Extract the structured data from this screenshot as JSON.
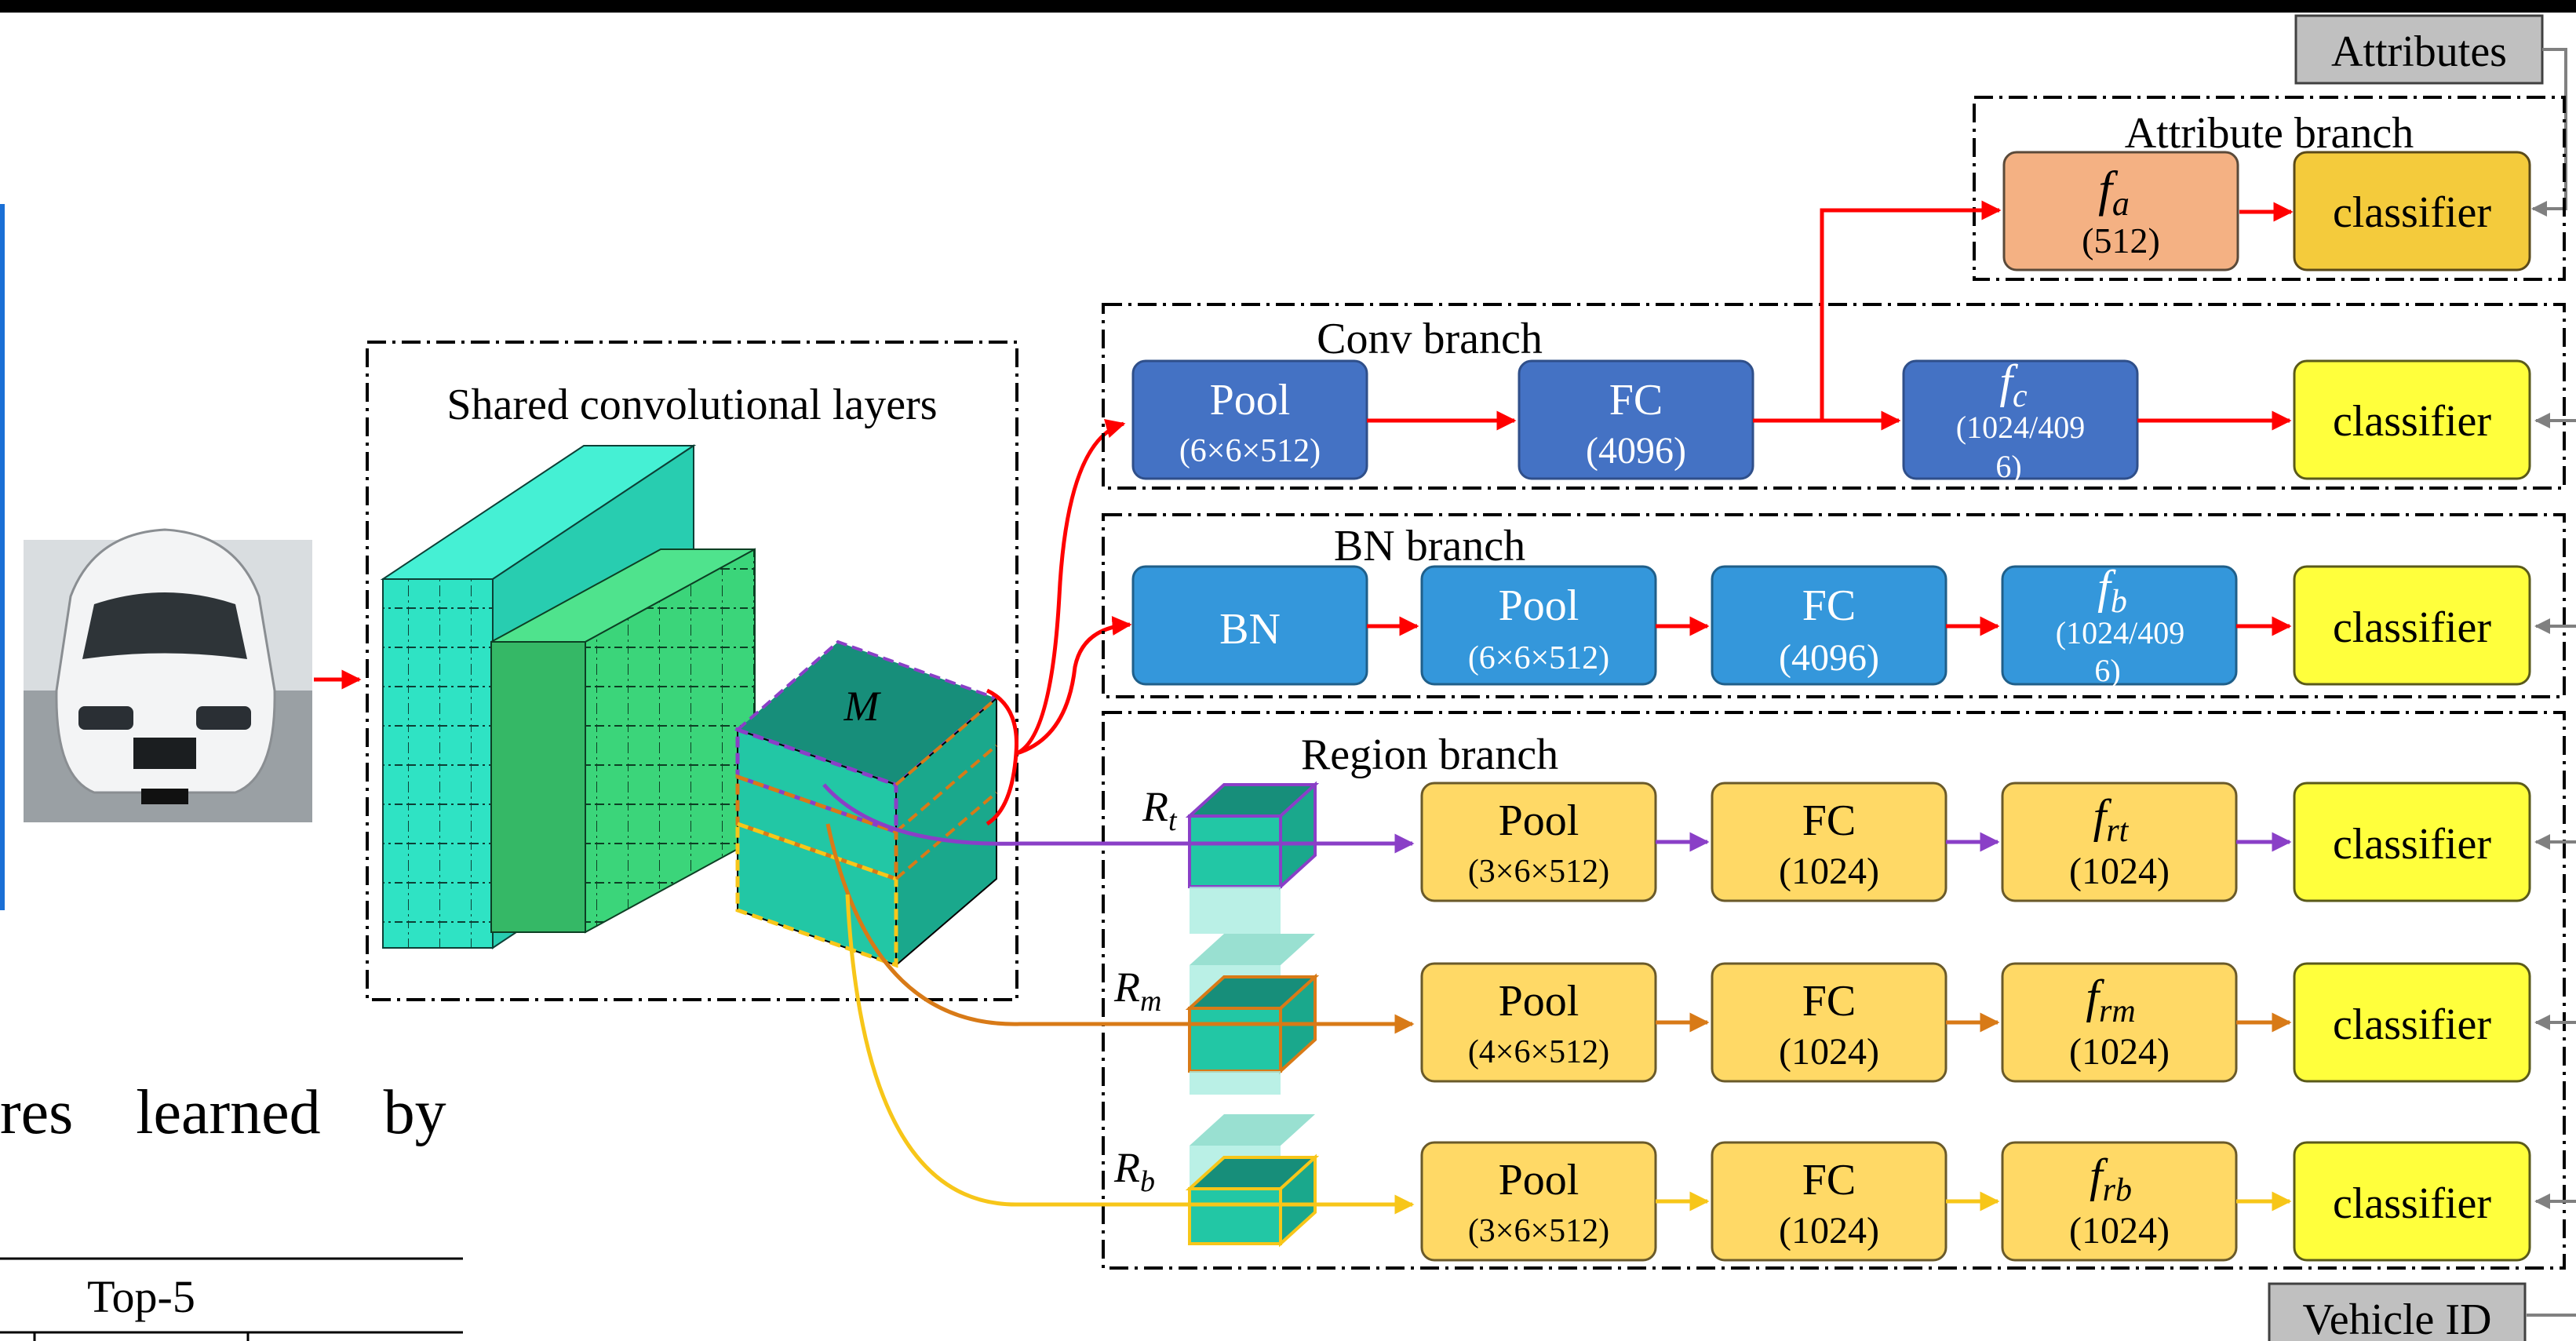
{
  "inputs": {
    "attributes": "Attributes",
    "vehicle_id": "Vehicle ID"
  },
  "shared": {
    "title": "Shared convolutional layers",
    "m_label": "M"
  },
  "attribute_branch": {
    "title": "Attribute branch",
    "feature": {
      "symbol": "f",
      "sub": "a",
      "dim": "(512)"
    },
    "classifier": "classifier"
  },
  "conv_branch": {
    "title": "Conv branch",
    "pool": {
      "label": "Pool",
      "dim": "(6×6×512)"
    },
    "fc": {
      "label": "FC",
      "dim": "(4096)"
    },
    "feature": {
      "symbol": "f",
      "sub": "c",
      "dim_line1": "(1024/409",
      "dim_line2": "6)"
    },
    "classifier": "classifier"
  },
  "bn_branch": {
    "title": "BN branch",
    "bn": "BN",
    "pool": {
      "label": "Pool",
      "dim": "(6×6×512)"
    },
    "fc": {
      "label": "FC",
      "dim": "(4096)"
    },
    "feature": {
      "symbol": "f",
      "sub": "b",
      "dim_line1": "(1024/409",
      "dim_line2": "6)"
    },
    "classifier": "classifier"
  },
  "region_branch": {
    "title": "Region branch",
    "rows": [
      {
        "region": "R",
        "region_sub": "t",
        "pool": "Pool",
        "pool_dim": "(3×6×512)",
        "fc": "FC",
        "fc_dim": "(1024)",
        "f": "f",
        "f_sub": "rt",
        "f_dim": "(1024)",
        "classifier": "classifier"
      },
      {
        "region": "R",
        "region_sub": "m",
        "pool": "Pool",
        "pool_dim": "(4×6×512)",
        "fc": "FC",
        "fc_dim": "(1024)",
        "f": "f",
        "f_sub": "rm",
        "f_dim": "(1024)",
        "classifier": "classifier"
      },
      {
        "region": "R",
        "region_sub": "b",
        "pool": "Pool",
        "pool_dim": "(3×6×512)",
        "fc": "FC",
        "fc_dim": "(1024)",
        "f": "f",
        "f_sub": "rb",
        "f_dim": "(1024)",
        "classifier": "classifier"
      }
    ]
  },
  "caption_fragment": "res    learned    by",
  "table_fragment": {
    "header": "Top-5"
  },
  "colors": {
    "conv_blue": "#4472c4",
    "bn_blue": "#3497db",
    "attr_orange": "#f4b183",
    "attr_classifier": "#f4cb3c",
    "region_box": "#ffd966",
    "classifier_yellow": "#ffff3c",
    "arrow_red": "#ff0000",
    "arrow_purple": "#8a3fc7",
    "arrow_orange": "#d87a17",
    "arrow_yellow": "#f7c619"
  }
}
